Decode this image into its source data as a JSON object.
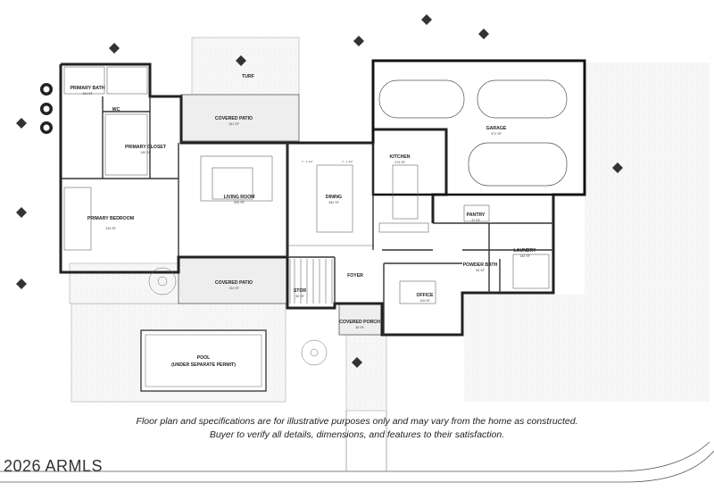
{
  "rooms": {
    "primary_bath": {
      "name": "PRIMARY BATH",
      "area": "194 SF"
    },
    "primary_closet": {
      "name": "PRIMARY CLOSET",
      "area": "130 SF"
    },
    "primary_bedroom": {
      "name": "PRIMARY BEDROOM",
      "area": "244 SF"
    },
    "living_room": {
      "name": "LIVING ROOM",
      "area": "520 SF"
    },
    "dining": {
      "name": "DINING",
      "area": "384 SF"
    },
    "kitchen": {
      "name": "KITCHEN",
      "area": "274 SF"
    },
    "garage": {
      "name": "GARAGE",
      "area": "971 SF"
    },
    "pantry": {
      "name": "PANTRY",
      "area": "37 SF"
    },
    "laundry": {
      "name": "LAUNDRY",
      "area": "142 SF"
    },
    "powder_bath": {
      "name": "POWDER BATH",
      "area": "55 SF"
    },
    "office": {
      "name": "OFFICE",
      "area": "149 SF"
    },
    "foyer": {
      "name": "FOYER",
      "area": ""
    },
    "stor": {
      "name": "STOR",
      "area": "50 SF"
    },
    "covered_porch": {
      "name": "COVERED PORCH",
      "area": "35 SF"
    },
    "covered_patio_top": {
      "name": "COVERED PATIO",
      "area": "161 SF"
    },
    "covered_patio_bottom": {
      "name": "COVERED PATIO",
      "area": "134 SF"
    },
    "turf": {
      "name": "TURF",
      "area": ""
    },
    "wc": {
      "name": "WC",
      "area": ""
    },
    "pool_line1": "POOL",
    "pool_line2": "(UNDER SEPARATE PERMIT)"
  },
  "dimensions": {
    "dim1": "7' - 1 1/4\"",
    "dim2": "7' - 1 1/4\""
  },
  "disclaimer": {
    "line1": "Floor plan and specifications are for illustrative purposes only and may vary from the home as constructed.",
    "line2": "Buyer to verify all details, dimensions, and features to their satisfaction."
  },
  "watermark": "2026 ARMLS",
  "colors": {
    "wall": "#222222",
    "hatch": "#d9d9d9",
    "line": "#555555"
  }
}
